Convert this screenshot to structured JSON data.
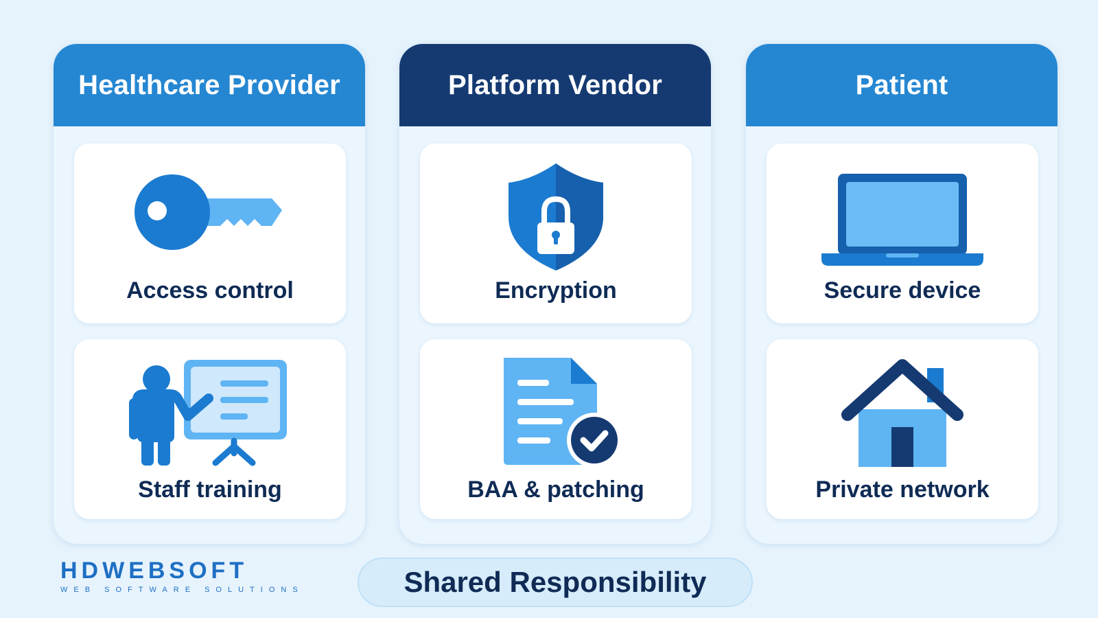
{
  "columns": [
    {
      "title": "Healthcare Provider",
      "items": [
        {
          "label": "Access control",
          "icon": "key-icon"
        },
        {
          "label": "Staff training",
          "icon": "presentation-icon"
        }
      ]
    },
    {
      "title": "Platform Vendor",
      "items": [
        {
          "label": "Encryption",
          "icon": "shield-lock-icon"
        },
        {
          "label": "BAA & patching",
          "icon": "document-check-icon"
        }
      ]
    },
    {
      "title": "Patient",
      "items": [
        {
          "label": "Secure device",
          "icon": "laptop-icon"
        },
        {
          "label": "Private network",
          "icon": "house-icon"
        }
      ]
    }
  ],
  "footer": {
    "label": "Shared Responsibility"
  },
  "logo": {
    "brand": "HDWEBSOFT",
    "tagline": "WEB SOFTWARE SOLUTIONS"
  },
  "colors": {
    "header_light": "#2587d2",
    "header_dark": "#153a72",
    "icon_blue": "#1b7bd0",
    "icon_light": "#5fb4f3",
    "text_navy": "#0f2b55"
  }
}
